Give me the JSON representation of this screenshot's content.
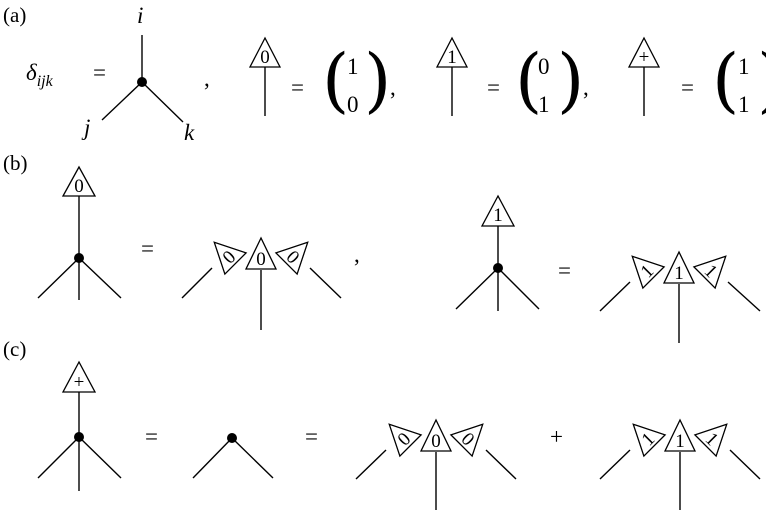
{
  "panels": {
    "a": "(a)",
    "b": "(b)",
    "c": "(c)"
  },
  "delta": {
    "symbol": "δ",
    "indices": "ijk",
    "equals": "=",
    "leg_i": "i",
    "leg_j": "j",
    "leg_k": "k"
  },
  "vectors": [
    {
      "tri": "0",
      "top": "1",
      "bottom": "0"
    },
    {
      "tri": "1",
      "top": "0",
      "bottom": "1"
    },
    {
      "tri": "+",
      "top": "1",
      "bottom": "1"
    }
  ],
  "eq": "=",
  "comma": ",",
  "plus": "+",
  "b_zero": "0",
  "b_one": "1",
  "c_plus": "+",
  "c_zero": "0",
  "c_one": "1"
}
